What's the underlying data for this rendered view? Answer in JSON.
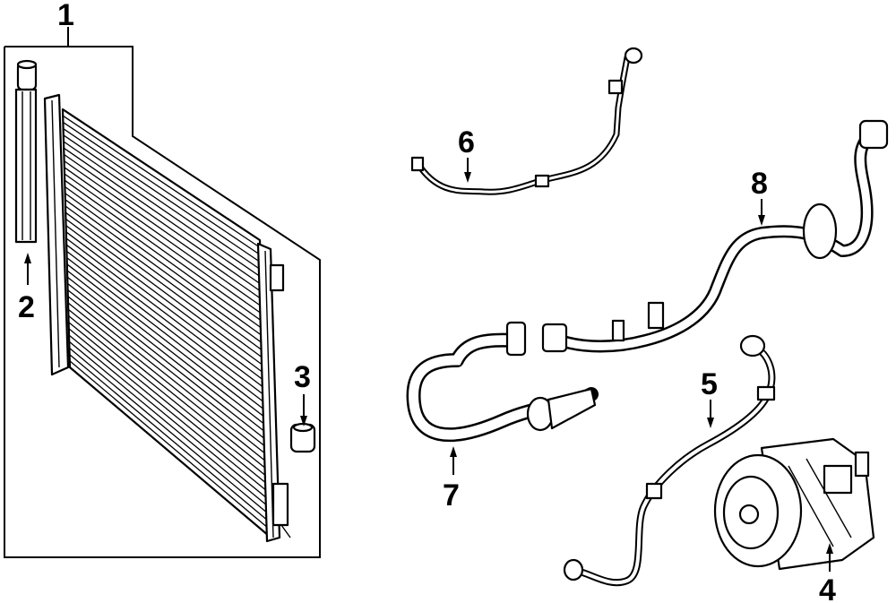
{
  "diagram": {
    "callouts": [
      {
        "id": "c1",
        "label": "1"
      },
      {
        "id": "c2",
        "label": "2"
      },
      {
        "id": "c3",
        "label": "3"
      },
      {
        "id": "c4",
        "label": "4"
      },
      {
        "id": "c5",
        "label": "5"
      },
      {
        "id": "c6",
        "label": "6"
      },
      {
        "id": "c7",
        "label": "7"
      },
      {
        "id": "c8",
        "label": "8"
      }
    ],
    "parts": {
      "p1": "condenser-assembly",
      "p2": "receiver-drier",
      "p3": "fitting",
      "p4": "compressor",
      "p5": "hose-line-5",
      "p6": "hose-line-6",
      "p7": "hose-line-7",
      "p8": "hose-line-8"
    }
  }
}
